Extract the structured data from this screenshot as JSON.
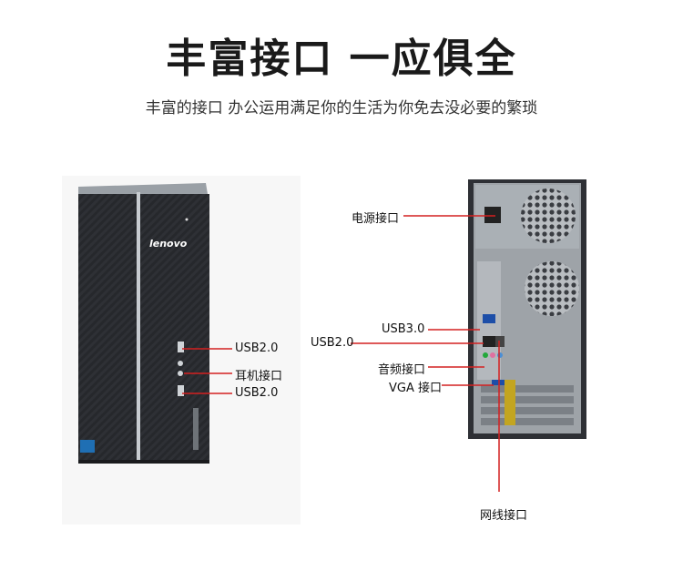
{
  "header": {
    "title": "丰富接口 一应俱全",
    "subtitle": "丰富的接口 办公运用满足你的生活为你免去没必要的繁琐"
  },
  "front_panel": {
    "brand": "lenovo",
    "labels": {
      "usb_top": "USB2.0",
      "headphone": "耳机接口",
      "usb_bottom": "USB2.0"
    }
  },
  "rear_panel": {
    "labels": {
      "power": "电源接口",
      "usb3": "USB3.0",
      "usb2": "USB2.0",
      "audio": "音频接口",
      "vga": "VGA 接口",
      "lan": "网线接口"
    }
  },
  "colors": {
    "callout_line": "#d42020",
    "case_body": "#2b2d31",
    "chassis_metal": "#8d9196"
  }
}
